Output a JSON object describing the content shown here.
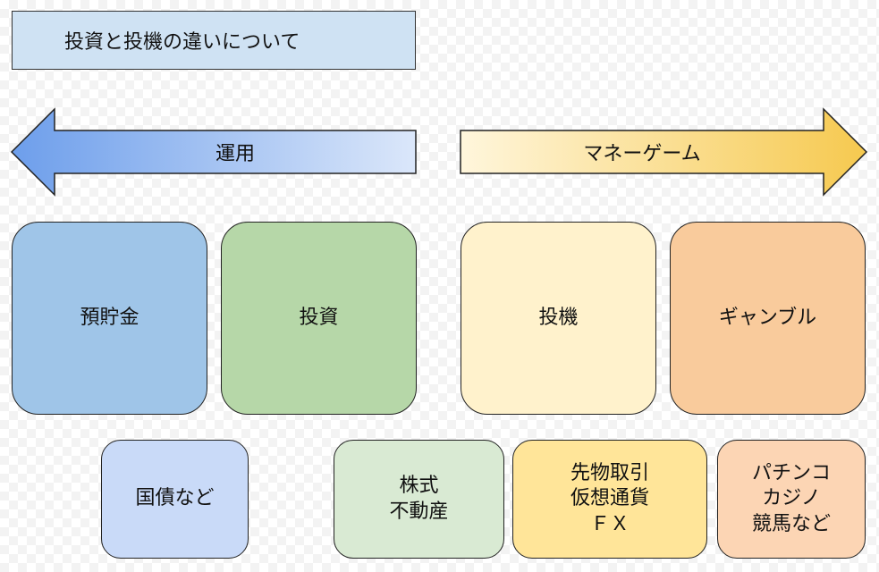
{
  "title": "投資と投機の違いについて",
  "arrows": {
    "left_label": "運用",
    "right_label": "マネーゲーム"
  },
  "categories": [
    {
      "label": "預貯金",
      "color": "#9fc5e8"
    },
    {
      "label": "投資",
      "color": "#b6d7a8"
    },
    {
      "label": "投機",
      "color": "#fff2cc"
    },
    {
      "label": "ギャンブル",
      "color": "#f9cb9c"
    }
  ],
  "examples": [
    {
      "lines": [
        "国債など"
      ],
      "color": "#c9daf8"
    },
    {
      "lines": [
        "株式",
        "不動産"
      ],
      "color": "#d9ead3"
    },
    {
      "lines": [
        "先物取引",
        "仮想通貨",
        "ＦＸ"
      ],
      "color": "#ffe599"
    },
    {
      "lines": [
        "パチンコ",
        "カジノ",
        "競馬など"
      ],
      "color": "#fcd5b4"
    }
  ],
  "colors": {
    "title_bg": "#cfe2f3",
    "left_arrow_start": "#6d9eeb",
    "left_arrow_end": "#dbe7fa",
    "right_arrow_start": "#fff6dc",
    "right_arrow_end": "#f6c94f"
  }
}
